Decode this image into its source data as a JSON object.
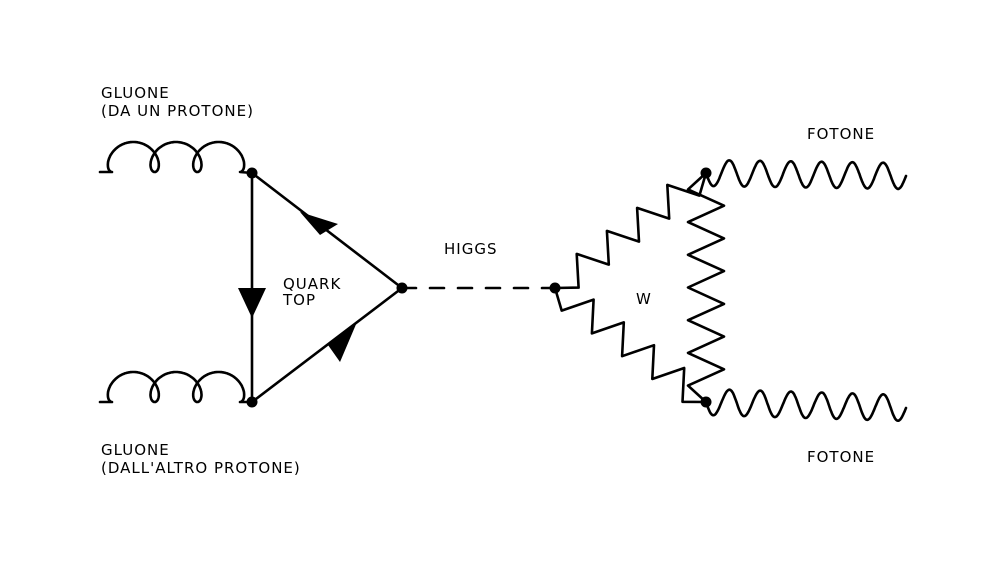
{
  "labels": {
    "gluon_top_1": "GLUONE",
    "gluon_top_2": "(DA UN PROTONE)",
    "gluon_bottom_1": "GLUONE",
    "gluon_bottom_2": "(DALL'ALTRO PROTONE)",
    "quark_1": "QUARK",
    "quark_2": "TOP",
    "higgs": "HIGGS",
    "w": "W",
    "photon_top": "FOTONE",
    "photon_bottom": "FOTONE"
  },
  "colors": {
    "ink": "#000000",
    "background": "#ffffff"
  }
}
